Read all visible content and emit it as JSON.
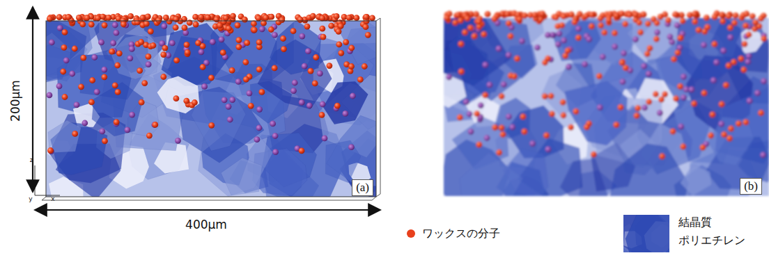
{
  "diagram": {
    "nodes": [
      {
        "text": [
          "(a)"
        ]
      },
      {
        "text": [
          "(b)"
        ]
      }
    ],
    "labels": [
      "200μm",
      "400μm",
      "z",
      "y",
      "x"
    ],
    "legend": [
      {
        "text": "ワックスの分子",
        "color": "#e8401c"
      },
      {
        "text": "結晶質 ポリエチレン"
      }
    ]
  }
}
